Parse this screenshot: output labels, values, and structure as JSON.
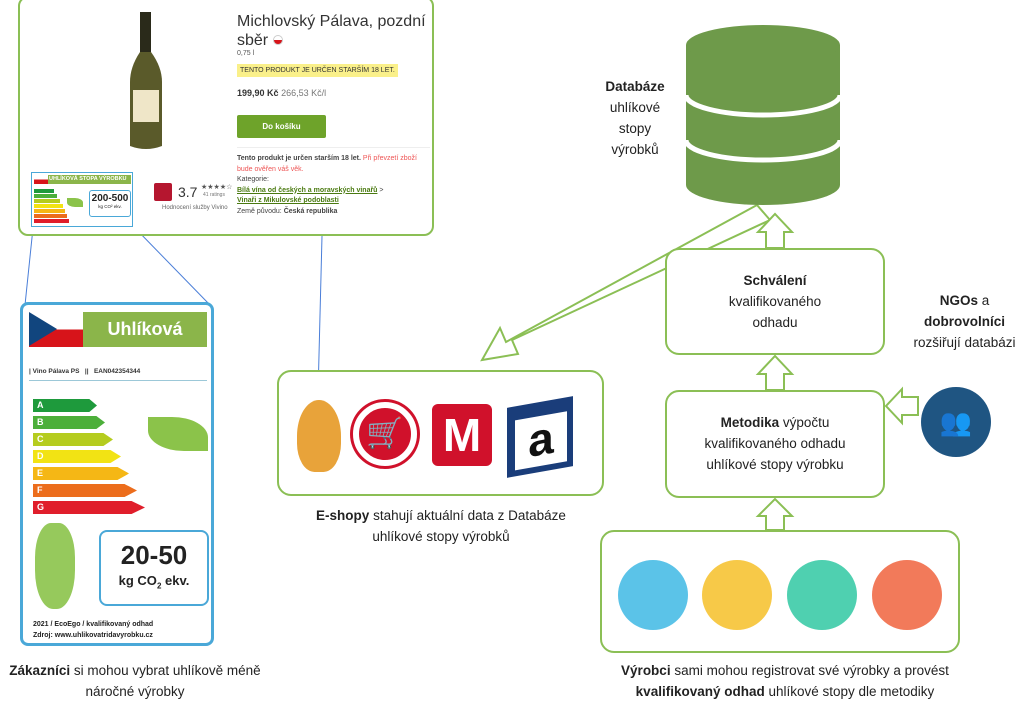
{
  "product": {
    "title": "Michlovský Pálava, pozdní sběr",
    "volume": "0,75 l",
    "age_warning": "TENTO PRODUKT JE URČEN STARŠÍM 18 LET.",
    "price": "199,90 Kč",
    "unit_price": "266,53 Kč/l",
    "cart_button": "Do košíku",
    "info_bold": "Tento produkt je určen starším 18 let.",
    "info_red": "Při převzetí zboží bude ověřen váš věk.",
    "category_label": "Kategorie:",
    "category_1": "Bílá vína od českých a moravských vinařů",
    "category_sep": ">",
    "category_2": "Vinaři z Mikulovské podoblasti",
    "origin_label": "Země původu:",
    "origin_value": "Česká republika",
    "rating": "3.7",
    "rating_count": "41 ratings",
    "rating_source": "Hodnocení služby Vivino",
    "mini_label_title": "UHLÍKOVÁ STOPA VÝROBKU",
    "mini_label_value": "200-500",
    "mini_label_unit": "kg CO² ekv."
  },
  "label": {
    "title": "Uhlíková stopa",
    "product_line": "| Vino Pálava PS   ||   EAN042354344",
    "classes": [
      "A",
      "B",
      "C",
      "D",
      "E",
      "F",
      "G"
    ],
    "class_colors": [
      "#1e9a3c",
      "#4caf3a",
      "#b5cc1f",
      "#f2e314",
      "#f5b715",
      "#ec6d1c",
      "#e01e2b"
    ],
    "value": "20-50",
    "unit_pre": "kg CO",
    "unit_sub": "2",
    "unit_post": " ekv.",
    "footer_1": "2021 / EcoEgo  /  kvalifikovaný odhad",
    "footer_2": "Zdroj: www.uhlikovatridavyrobku.cz"
  },
  "captions": {
    "customers_bold": "Zákazníci",
    "customers_rest": " si mohou vybrat uhlíkově méně náročné výrobky",
    "eshops_bold": "E-shopy",
    "eshops_rest": " stahují aktuální data z Databáze uhlíkové stopy výrobků",
    "database_bold": "Databáze",
    "database_rest": "uhlíkové stopy výrobků",
    "approval_bold": "Schválení",
    "approval_rest": "kvalifikovaného odhadu",
    "method_bold": "Metodika",
    "method_rest": " výpočtu kvalifikovaného odhadu uhlíkové stopy výrobku",
    "ngo_bold_1": "NGOs",
    "ngo_mid": " a ",
    "ngo_bold_2": "dobrovolníci",
    "ngo_rest": "rozšiřují databázi",
    "producers_bold_1": "Výrobci",
    "producers_mid": " sami mohou registrovat své výrobky a provést ",
    "producers_bold_2": "kvalifikovaný odhad",
    "producers_rest": " uhlíkové stopy dle metodiky"
  },
  "eshops": [
    {
      "icon": "croissant-icon",
      "color": "#e8a33a"
    },
    {
      "icon": "cart-logo-icon",
      "color": "#d0112b"
    },
    {
      "icon": "letter-m-logo-icon",
      "letter": "M",
      "color": "#d0112b"
    },
    {
      "icon": "letter-a-logo-icon",
      "letter": "a",
      "color": "#1a3d7a"
    }
  ],
  "colors": {
    "green_border": "#8bbf55",
    "database": "#6e9a4a",
    "label_border": "#4aa8d8",
    "ngo_circle": "#1f5582"
  }
}
